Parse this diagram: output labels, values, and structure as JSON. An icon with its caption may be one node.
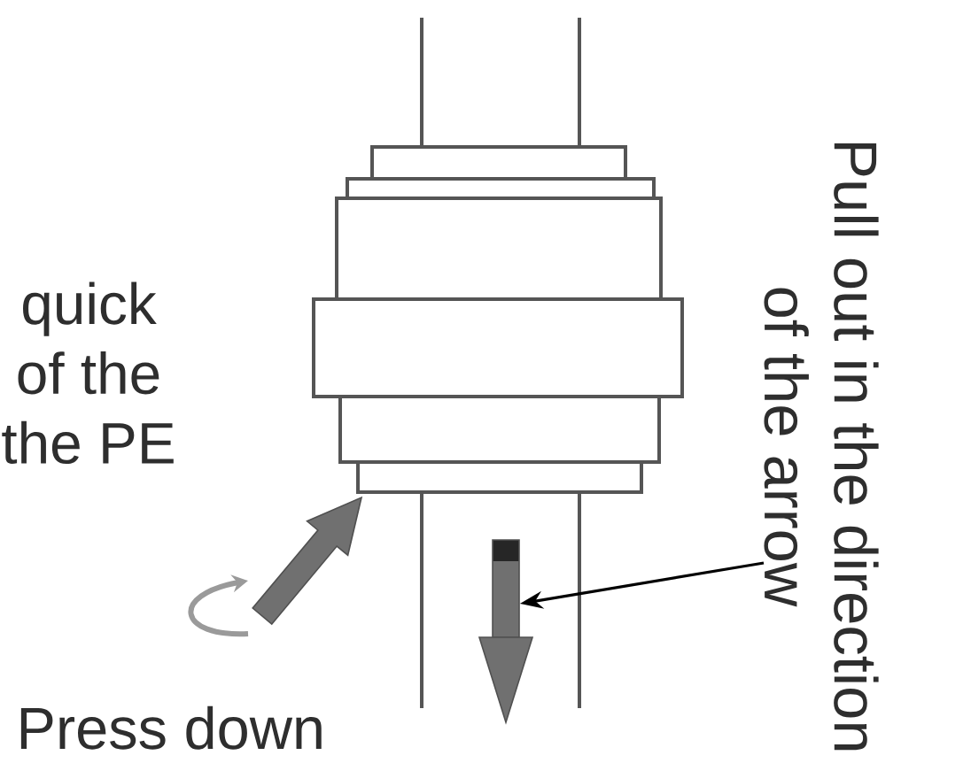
{
  "diagram": {
    "nodes": [
      {
        "text": [
          "Pull out in the direction of the arrow"
        ]
      },
      {
        "text": [],
        "shape": "arrow"
      }
    ],
    "edges": [
      {
        "from": 0,
        "to": 1,
        "arrow": "to"
      }
    ],
    "labels": [
      "quick of the the PE",
      "Press down"
    ]
  }
}
